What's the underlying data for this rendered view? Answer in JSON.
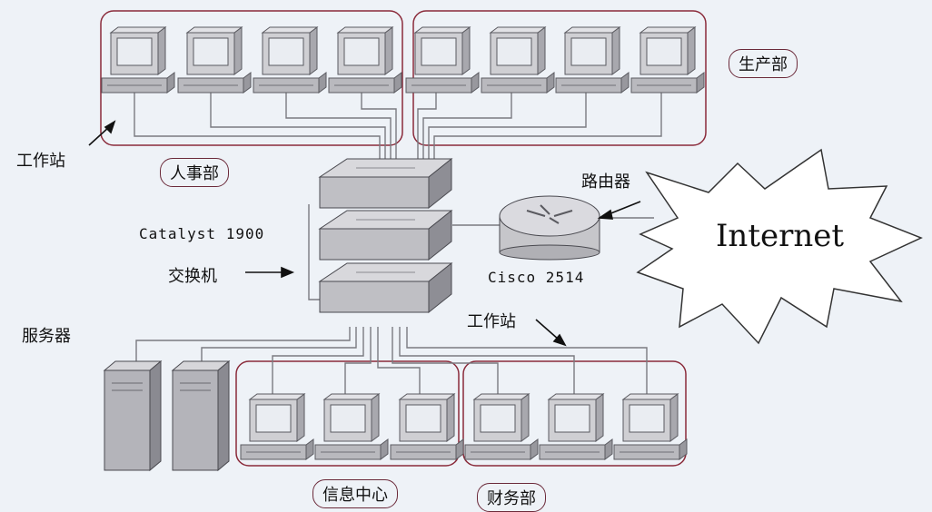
{
  "labels": {
    "workstation_top": "工作站",
    "production_dept": "生产部",
    "hr_dept": "人事部",
    "router_cn": "路由器",
    "catalyst": "Catalyst 1900",
    "switch_cn": "交换机",
    "cisco": "Cisco 2514",
    "internet": "Internet",
    "server": "服务器",
    "workstation_bottom": "工作站",
    "info_center": "信息中心",
    "finance_dept": "财务部"
  },
  "colors": {
    "group_border": "#8a2a3a",
    "device_fill": "#c9c9cc",
    "device_dark": "#9a9aa0",
    "screen": "#e9edf2",
    "cable": "#7a7a80"
  },
  "icons": [
    "workstation-icon",
    "switch-icon",
    "router-icon",
    "server-icon",
    "internet-cloud-icon"
  ]
}
